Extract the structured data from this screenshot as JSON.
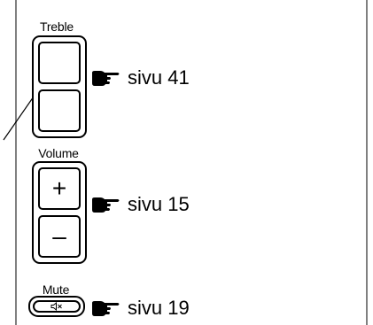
{
  "groups": [
    {
      "label": "Treble",
      "ref": "sivu 41",
      "top_key": "",
      "bottom_key": ""
    },
    {
      "label": "Volume",
      "ref": "sivu 15",
      "top_key": "+",
      "bottom_key": "–"
    },
    {
      "label": "Mute",
      "ref": "sivu 19"
    }
  ],
  "icons": {
    "pointer": "pointing-hand-icon",
    "mute": "speaker-mute-icon"
  }
}
